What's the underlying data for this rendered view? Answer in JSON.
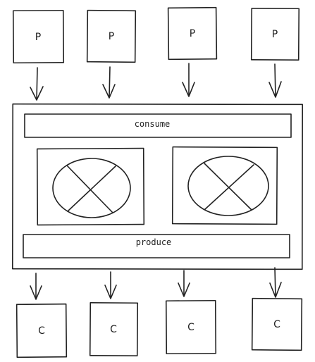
{
  "producers": [
    {
      "label": "P"
    },
    {
      "label": "P"
    },
    {
      "label": "P"
    },
    {
      "label": "P"
    }
  ],
  "consumers": [
    {
      "label": "C"
    },
    {
      "label": "C"
    },
    {
      "label": "C"
    },
    {
      "label": "C"
    }
  ],
  "processor": {
    "consume_label": "consume",
    "produce_label": "produce",
    "workers": [
      {
        "icon": "x-circle-icon"
      },
      {
        "icon": "x-circle-icon"
      }
    ]
  },
  "colors": {
    "stroke": "#222222",
    "background": "#ffffff"
  }
}
